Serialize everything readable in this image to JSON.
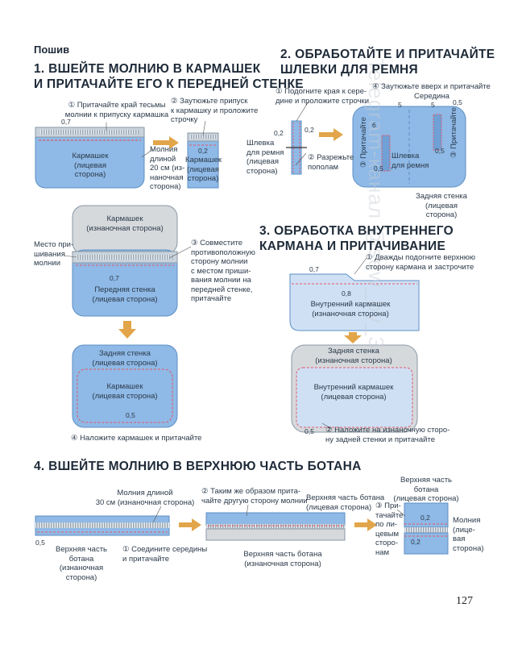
{
  "header": {
    "title": "Пошив"
  },
  "s1": {
    "title_l1": "1. ВШЕЙТЕ МОЛНИЮ В КАРМАШЕК",
    "title_l2": "И ПРИТАЧАЙТЕ ЕГО К ПЕРЕДНЕЙ СТЕНКЕ",
    "n1_l1": "① Притачайте край тесьмы",
    "n1_l2": "молнии к припуску кармашка",
    "n2_l1": "② Заутюжьте припуск",
    "n2_l2": "к кармашку и проложите",
    "n2_l3": "строчку",
    "m07": "0,7",
    "m02": "0,2",
    "pocket_l1": "Кармашек",
    "pocket_l2": "(лицевая сторона)",
    "pocket_small_l1": "Кармашек",
    "pocket_small_l2": "(лицевая",
    "pocket_small_l3": "сторона)",
    "zip_l1": "Молния",
    "zip_l2": "длиной",
    "zip_l3": "20 см (из-",
    "zip_l4": "наночная",
    "zip_l5": "сторона)",
    "pocket_wrong_l1": "Кармашек",
    "pocket_wrong_l2": "(изнаночная сторона)",
    "place_l1": "Место при-",
    "place_l2": "шивания",
    "place_l3": "молнии",
    "n3_l1": "③ Совместите",
    "n3_l2": "противоположную",
    "n3_l3": "сторону молнии",
    "n3_l4": "с местом приши-",
    "n3_l5": "вания молнии на",
    "n3_l6": "передней стенке,",
    "n3_l7": "притачайте",
    "front_l1": "Передняя стенка",
    "front_l2": "(лицевая сторона)",
    "m07b": "0,7",
    "back_l1": "Задняя стенка",
    "back_l2": "(лицевая сторона)",
    "pocket3_l1": "Кармашек",
    "pocket3_l2": "(лицевая сторона)",
    "m05": "0,5",
    "n4": "④ Наложите кармашек и притачайте"
  },
  "s2": {
    "title_l1": "2. ОБРАБОТАЙТЕ И ПРИТАЧАЙТЕ",
    "title_l2": "ШЛЕВКИ ДЛЯ РЕМНЯ",
    "n1_l1": "① Подогните края к сере-",
    "n1_l2": "дине и проложите строчки",
    "m02a": "0,2",
    "m02b": "0,2",
    "loop_l1": "Шлевка",
    "loop_l2": "для ремня",
    "loop_l3": "(лицевая",
    "loop_l4": "сторона)",
    "n2_l1": "② Разрежьте",
    "n2_l2": "пополам",
    "n4_l1": "④ Заутюжьте вверх и притачайте",
    "middle": "Середина",
    "m5a": "5",
    "m5b": "5",
    "m05a": "0,5",
    "m05b": "0,5",
    "m05c": "0,5",
    "m6": "6",
    "n3a": "③ Притачайте",
    "n3b": "③ Притачайте",
    "loop2_l1": "Шлевка",
    "loop2_l2": "для ремня",
    "back_l1": "Задняя стенка",
    "back_l2": "(лицевая сторона)"
  },
  "s3": {
    "title_l1": "3. ОБРАБОТКА ВНУТРЕННЕГО",
    "title_l2": "КАРМАНА И ПРИТАЧИВАНИЕ",
    "n1_l1": "① Дважды подогните верхнюю",
    "n1_l2": "сторону кармана и застрочите",
    "m07": "0,7",
    "m08": "0,8",
    "inner_l1": "Внутренний кармашек",
    "inner_l2": "(изнаночная сторона)",
    "back_l1": "Задняя стенка",
    "back_l2": "(изнаночная сторона)",
    "inner2_l1": "Внутренний кармашек",
    "inner2_l2": "(лицевая сторона)",
    "m05": "0,5",
    "n2_l1": "② Наложите на изнаночную сторо-",
    "n2_l2": "ну задней стенки и притачайте"
  },
  "s4": {
    "title": "4. ВШЕЙТЕ МОЛНИЮ В ВЕРХНЮЮ ЧАСТЬ БОТАНА",
    "zip_l1": "Молния длиной",
    "zip_l2": "30 см (изнаночная сторона)",
    "m05": "0,5",
    "top_l1": "Верхняя часть ботана",
    "top_l2": "(изнаночная сторона)",
    "n1_l1": "① Соедините середины",
    "n1_l2": "и притачайте",
    "n2_l1": "② Таким же образом прита-",
    "n2_l2": "чайте другую сторону молнии",
    "top2_l1": "Верхняя часть ботана",
    "top2_l2": "(лицевая сторона)",
    "top3_l1": "Верхняя часть ботана",
    "top3_l2": "(изнаночная сторона)",
    "n3_l1": "③ При-",
    "n3_l2": "тачайте",
    "n3_l3": "по ли-",
    "n3_l4": "цевым",
    "n3_l5": "сторо-",
    "n3_l6": "нам",
    "top4_l1": "Верхняя часть ботана",
    "top4_l2": "(лицевая сторона)",
    "m02a": "0,2",
    "m02b": "0,2",
    "zip2_l1": "Молния",
    "zip2_l2": "(лице-",
    "zip2_l3": "вая",
    "zip2_l4": "сторона)"
  },
  "footer": {
    "page": "127"
  },
  "watermark": "Telegram-канал @sew_by_3"
}
